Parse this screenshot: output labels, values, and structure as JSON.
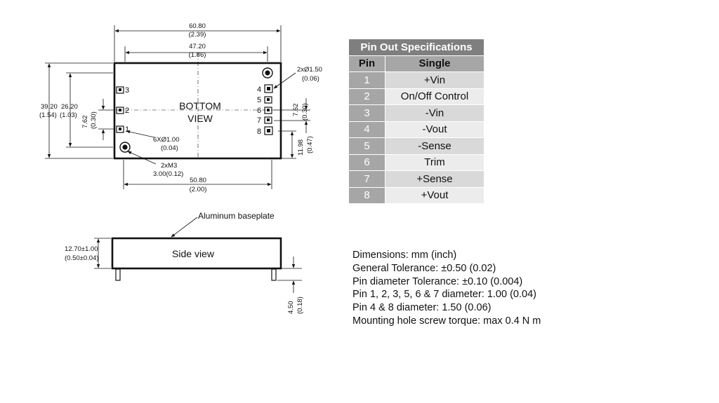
{
  "drawing": {
    "bottom_label_line1": "BOTTOM",
    "bottom_label_line2": "VIEW",
    "side_label": "Side view",
    "baseplate_label": "Aluminum baseplate",
    "dims": {
      "overall_width": "60.80",
      "overall_width_in": "(2.39)",
      "inner_width": "47.20",
      "inner_width_in": "(1.86)",
      "mount_spacing": "50.80",
      "mount_spacing_in": "(2.00)",
      "height_total": "39.20",
      "height_total_in": "(1.54)",
      "height_inner": "26.20",
      "height_inner_in": "(1.03)",
      "pin_pitch_left": "7.62",
      "pin_pitch_left_in": "(0.30)",
      "pin_pitch_right": "7.62",
      "pin_pitch_right_in": "(0.30)",
      "pin_offset": "11.98",
      "pin_offset_in": "(0.47)",
      "big_pin_dia": "2xØ1.50",
      "big_pin_dia_in": "(0.06)",
      "small_pin_dia": "6XØ1.00",
      "small_pin_dia_in": "(0.04)",
      "mount_thread": "2xM3",
      "mount_thread_dim": "3.00(0.12)",
      "side_height": "12.70±1.00",
      "side_height_in": "(0.50±0.04)",
      "pin_length": "4.50",
      "pin_length_in": "(0.18)"
    },
    "left_pins": [
      "3",
      "2",
      "1"
    ],
    "right_pins": [
      "4",
      "5",
      "6",
      "7",
      "8"
    ]
  },
  "pin_table": {
    "title": "Pin Out Specifications",
    "header_pin": "Pin",
    "header_single": "Single",
    "rows": [
      {
        "pin": "1",
        "function": "+Vin"
      },
      {
        "pin": "2",
        "function": "On/Off Control"
      },
      {
        "pin": "3",
        "function": "-Vin"
      },
      {
        "pin": "4",
        "function": "-Vout"
      },
      {
        "pin": "5",
        "function": "-Sense"
      },
      {
        "pin": "6",
        "function": "Trim"
      },
      {
        "pin": "7",
        "function": "+Sense"
      },
      {
        "pin": "8",
        "function": "+Vout"
      }
    ]
  },
  "notes": [
    "Dimensions: mm (inch)",
    "General Tolerance: ±0.50 (0.02)",
    "Pin diameter Tolerance: ±0.10 (0.004)",
    "Pin 1, 2, 3, 5, 6 & 7 diameter: 1.00 (0.04)",
    "Pin 4 & 8 diameter: 1.50 (0.06)",
    "Mounting hole screw torque: max 0.4 N m"
  ]
}
